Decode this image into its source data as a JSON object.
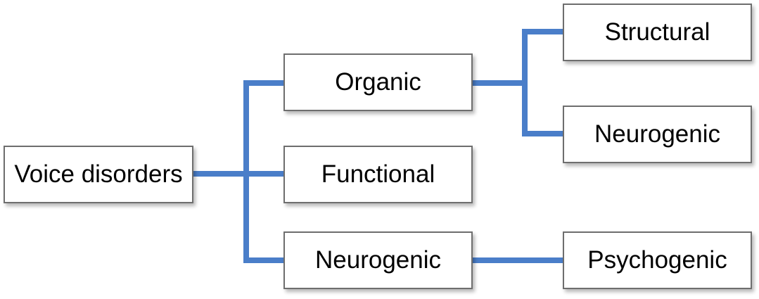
{
  "diagram": {
    "root": "Voice disorders",
    "level1": {
      "organic": "Organic",
      "functional": "Functional",
      "neurogenic": "Neurogenic"
    },
    "level2": {
      "structural": "Structural",
      "neurogenic": "Neurogenic",
      "psychogenic": "Psychogenic"
    }
  },
  "colors": {
    "connector": "#4a7ec9",
    "box_border": "#6e6e6e",
    "text": "#000000",
    "background": "#ffffff"
  }
}
